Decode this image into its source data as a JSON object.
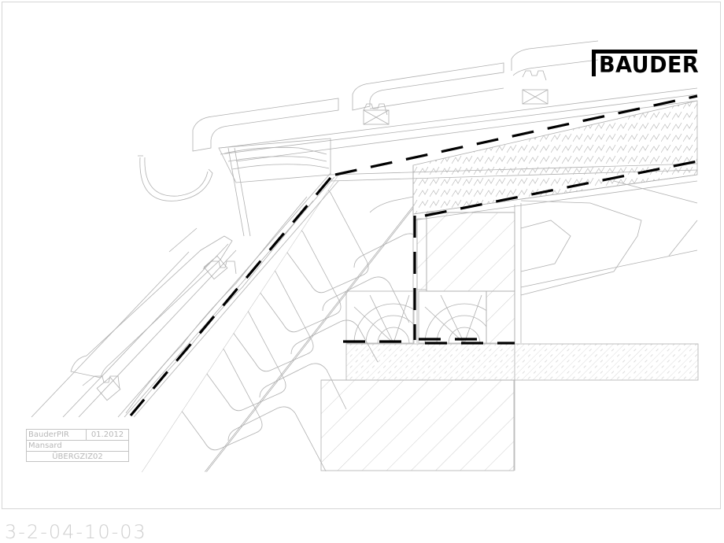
{
  "drawing": {
    "type": "construction-detail",
    "subject": "Mansard roof transition detail with PIR insulation",
    "colors": {
      "line": "#b0b0b0",
      "membrane": "#000000",
      "frame": "#d6d6d6",
      "label": "#c0c0c0"
    }
  },
  "logo": {
    "text": "BAUDER"
  },
  "title_block": {
    "product": "BauderPIR",
    "date": "01.2012",
    "roof_type": "Mansard",
    "drawing_code": "ÜBERGZIZ02"
  },
  "drawing_number": "3-2-04-10-03"
}
